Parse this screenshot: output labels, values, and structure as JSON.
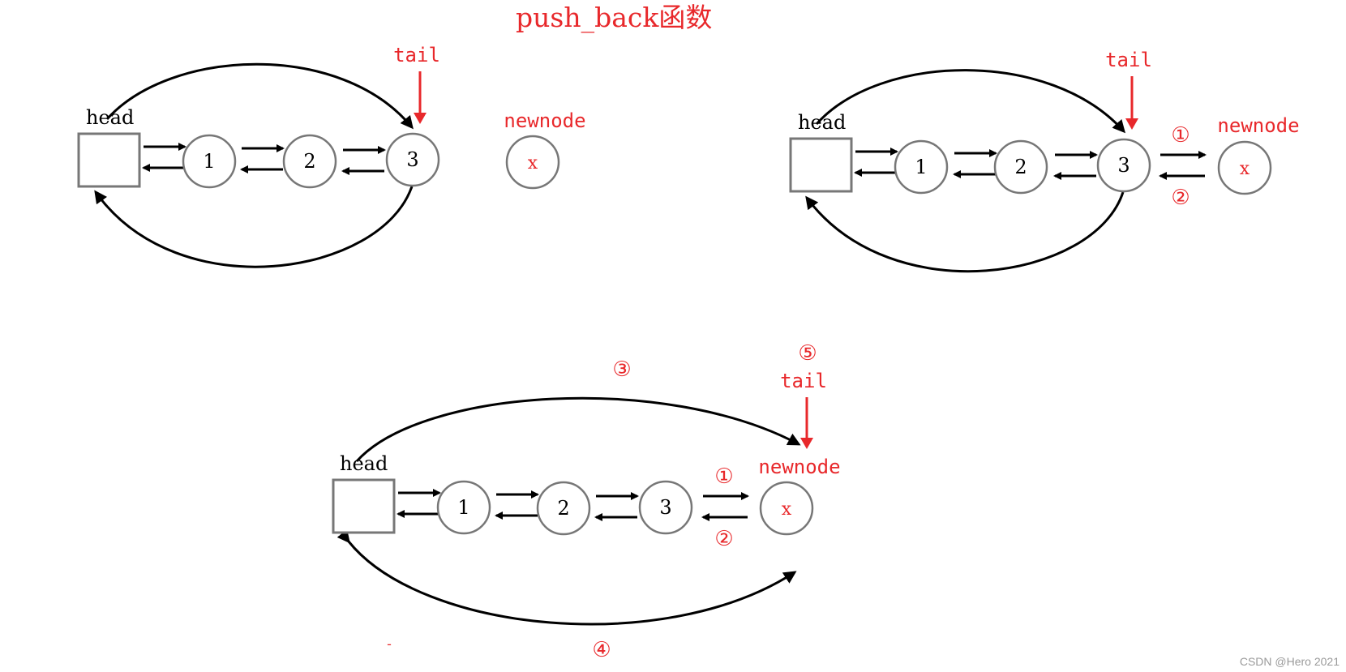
{
  "title": "push_back函数",
  "watermark": "CSDN @Hero 2021",
  "colors": {
    "highlight": "#e8282b",
    "node_border": "#777777",
    "arrow": "#000000",
    "watermark": "#9a9a9a"
  },
  "panel1": {
    "head_label": "head",
    "tail_label": "tail",
    "newnode_label": "newnode",
    "nodes": [
      "1",
      "2",
      "3"
    ],
    "newnode_value": "x"
  },
  "panel2": {
    "head_label": "head",
    "tail_label": "tail",
    "newnode_label": "newnode",
    "nodes": [
      "1",
      "2",
      "3"
    ],
    "newnode_value": "x",
    "step1": "①",
    "step2": "②"
  },
  "panel3": {
    "head_label": "head",
    "tail_label": "tail",
    "newnode_label": "newnode",
    "nodes": [
      "1",
      "2",
      "3"
    ],
    "newnode_value": "x",
    "step1": "①",
    "step2": "②",
    "step3": "③",
    "step4": "④",
    "step5": "⑤",
    "stray_mark": "-"
  }
}
